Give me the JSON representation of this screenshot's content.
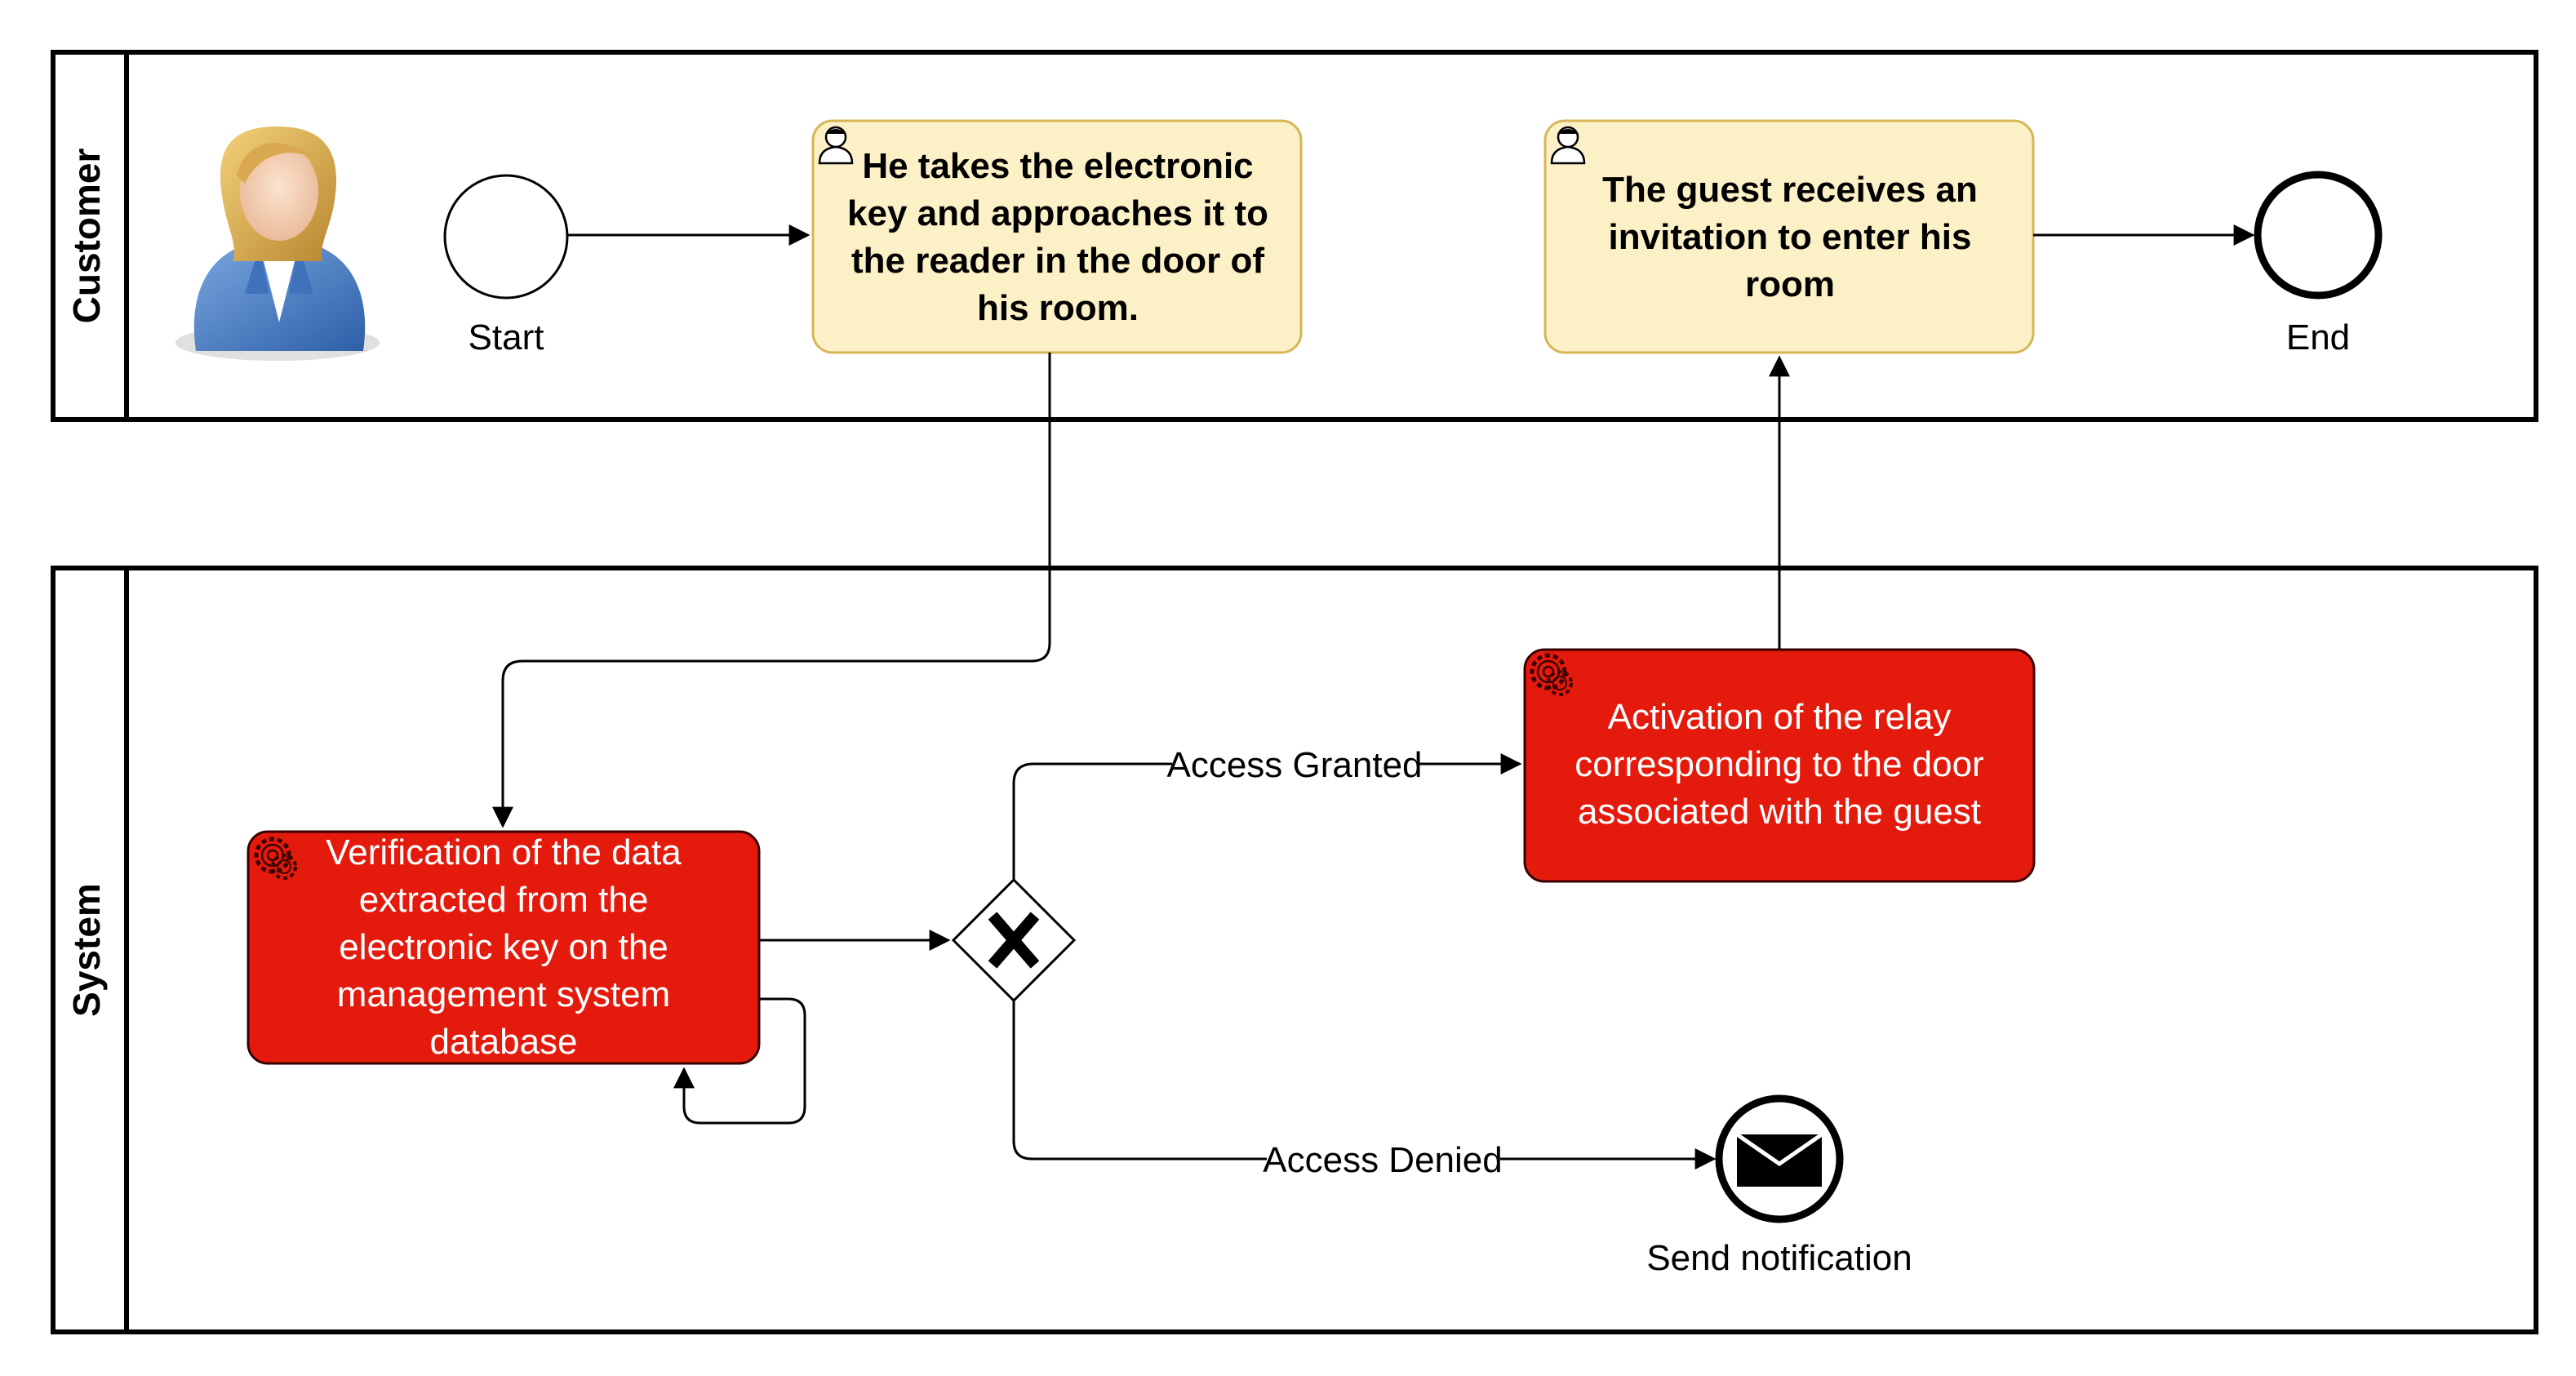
{
  "lanes": {
    "customer": "Customer",
    "system": "System"
  },
  "events": {
    "start": "Start",
    "end": "End",
    "send_notification": "Send notification"
  },
  "tasks": {
    "take_key": "He takes the electronic key and approaches it to the reader in the door of his room.",
    "receive_invitation": "The guest receives an invitation to enter his room",
    "verify_data": "Verification of the data extracted from the electronic key on the management system database",
    "activate_relay": "Activation of the relay corresponding to the door associated with the guest"
  },
  "flows": {
    "access_granted": "Access Granted",
    "access_denied": "Access Denied"
  },
  "colors": {
    "user_task_fill": "#fcf0c6",
    "user_task_stroke": "#d6b656",
    "service_task_fill": "#e41a0d",
    "service_task_stroke": "#6b0000",
    "line": "#000000"
  },
  "icons": {
    "actor": "customer-avatar-icon",
    "user_task": "user-icon",
    "service_task": "gear-icon",
    "gateway": "exclusive-gateway-x-icon",
    "message": "envelope-icon"
  }
}
